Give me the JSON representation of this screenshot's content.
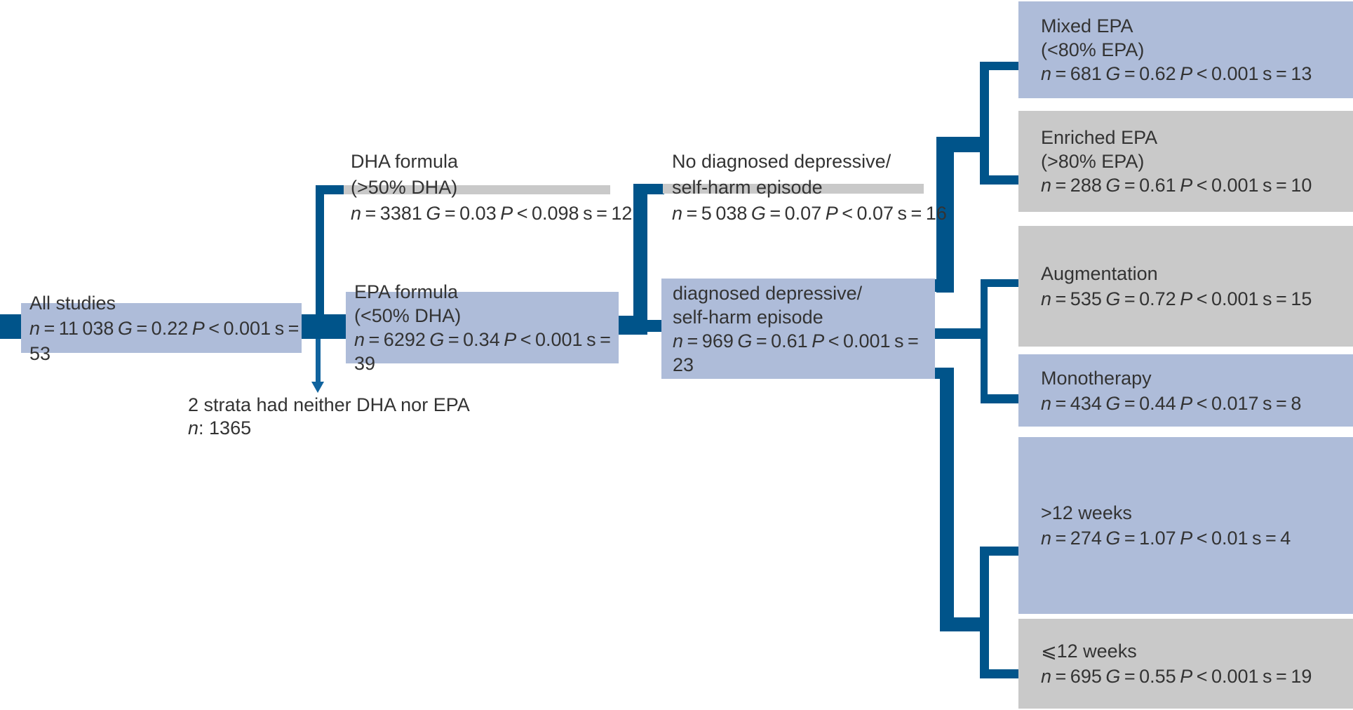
{
  "colors": {
    "line_blue": "#00548a",
    "arrow_blue": "#10639e",
    "box_blue": "#aebcd9",
    "box_gray": "#c9c9c9",
    "bar_gray": "#c9c9c9",
    "text": "#333333"
  },
  "nodes": {
    "all_studies": {
      "title": "All studies",
      "stats": "n = 11 038 G = 0.22 P < 0.001 s = 53"
    },
    "dha": {
      "title": "DHA formula",
      "subtitle": "(>50% DHA)",
      "stats": "n = 3381 G = 0.03 P < 0.098 s = 12"
    },
    "epa": {
      "title": "EPA formula",
      "subtitle": "(<50% DHA)",
      "stats": "n = 6292 G = 0.34 P < 0.001 s = 39"
    },
    "strata_note": {
      "line1": "2 strata had neither DHA nor EPA",
      "line2": "n: 1365"
    },
    "no_diag": {
      "title": "No diagnosed depressive/",
      "subtitle": "self-harm episode",
      "stats": "n = 5 038 G = 0.07 P < 0.07 s = 16"
    },
    "diag": {
      "title": "diagnosed depressive/",
      "subtitle": "self-harm episode",
      "stats": "n = 969 G = 0.61 P < 0.001 s = 23"
    },
    "mixed": {
      "title": "Mixed EPA",
      "subtitle": "(<80% EPA)",
      "stats": "n = 681 G = 0.62 P < 0.001 s = 13"
    },
    "enriched": {
      "title": "Enriched EPA",
      "subtitle": "(>80% EPA)",
      "stats": "n = 288 G = 0.61 P < 0.001 s = 10"
    },
    "augmentation": {
      "title": "Augmentation",
      "stats": "n = 535 G = 0.72 P < 0.001 s = 15"
    },
    "monotherapy": {
      "title": "Monotherapy",
      "stats": "n = 434 G = 0.44 P < 0.017 s = 8"
    },
    "gt12": {
      "title": ">12 weeks",
      "stats": "n = 274 G = 1.07 P < 0.01 s = 4"
    },
    "le12": {
      "title": "⩽12 weeks",
      "stats": "n = 695 G = 0.55 P < 0.001 s = 19"
    }
  }
}
